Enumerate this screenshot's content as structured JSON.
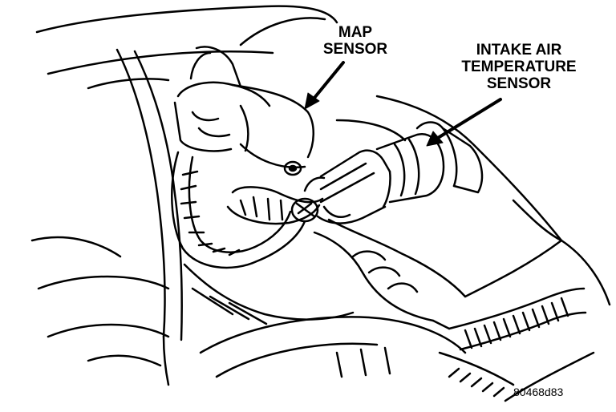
{
  "figure": {
    "callouts": {
      "map_sensor": {
        "line1": "MAP",
        "line2": "SENSOR"
      },
      "intake_air_temperature_sensor": {
        "line1": "INTAKE AIR",
        "line2": "TEMPERATURE",
        "line3": "SENSOR"
      }
    },
    "figure_id": "80468d83"
  },
  "colors": {
    "ink": "#000000",
    "paper": "#ffffff"
  }
}
